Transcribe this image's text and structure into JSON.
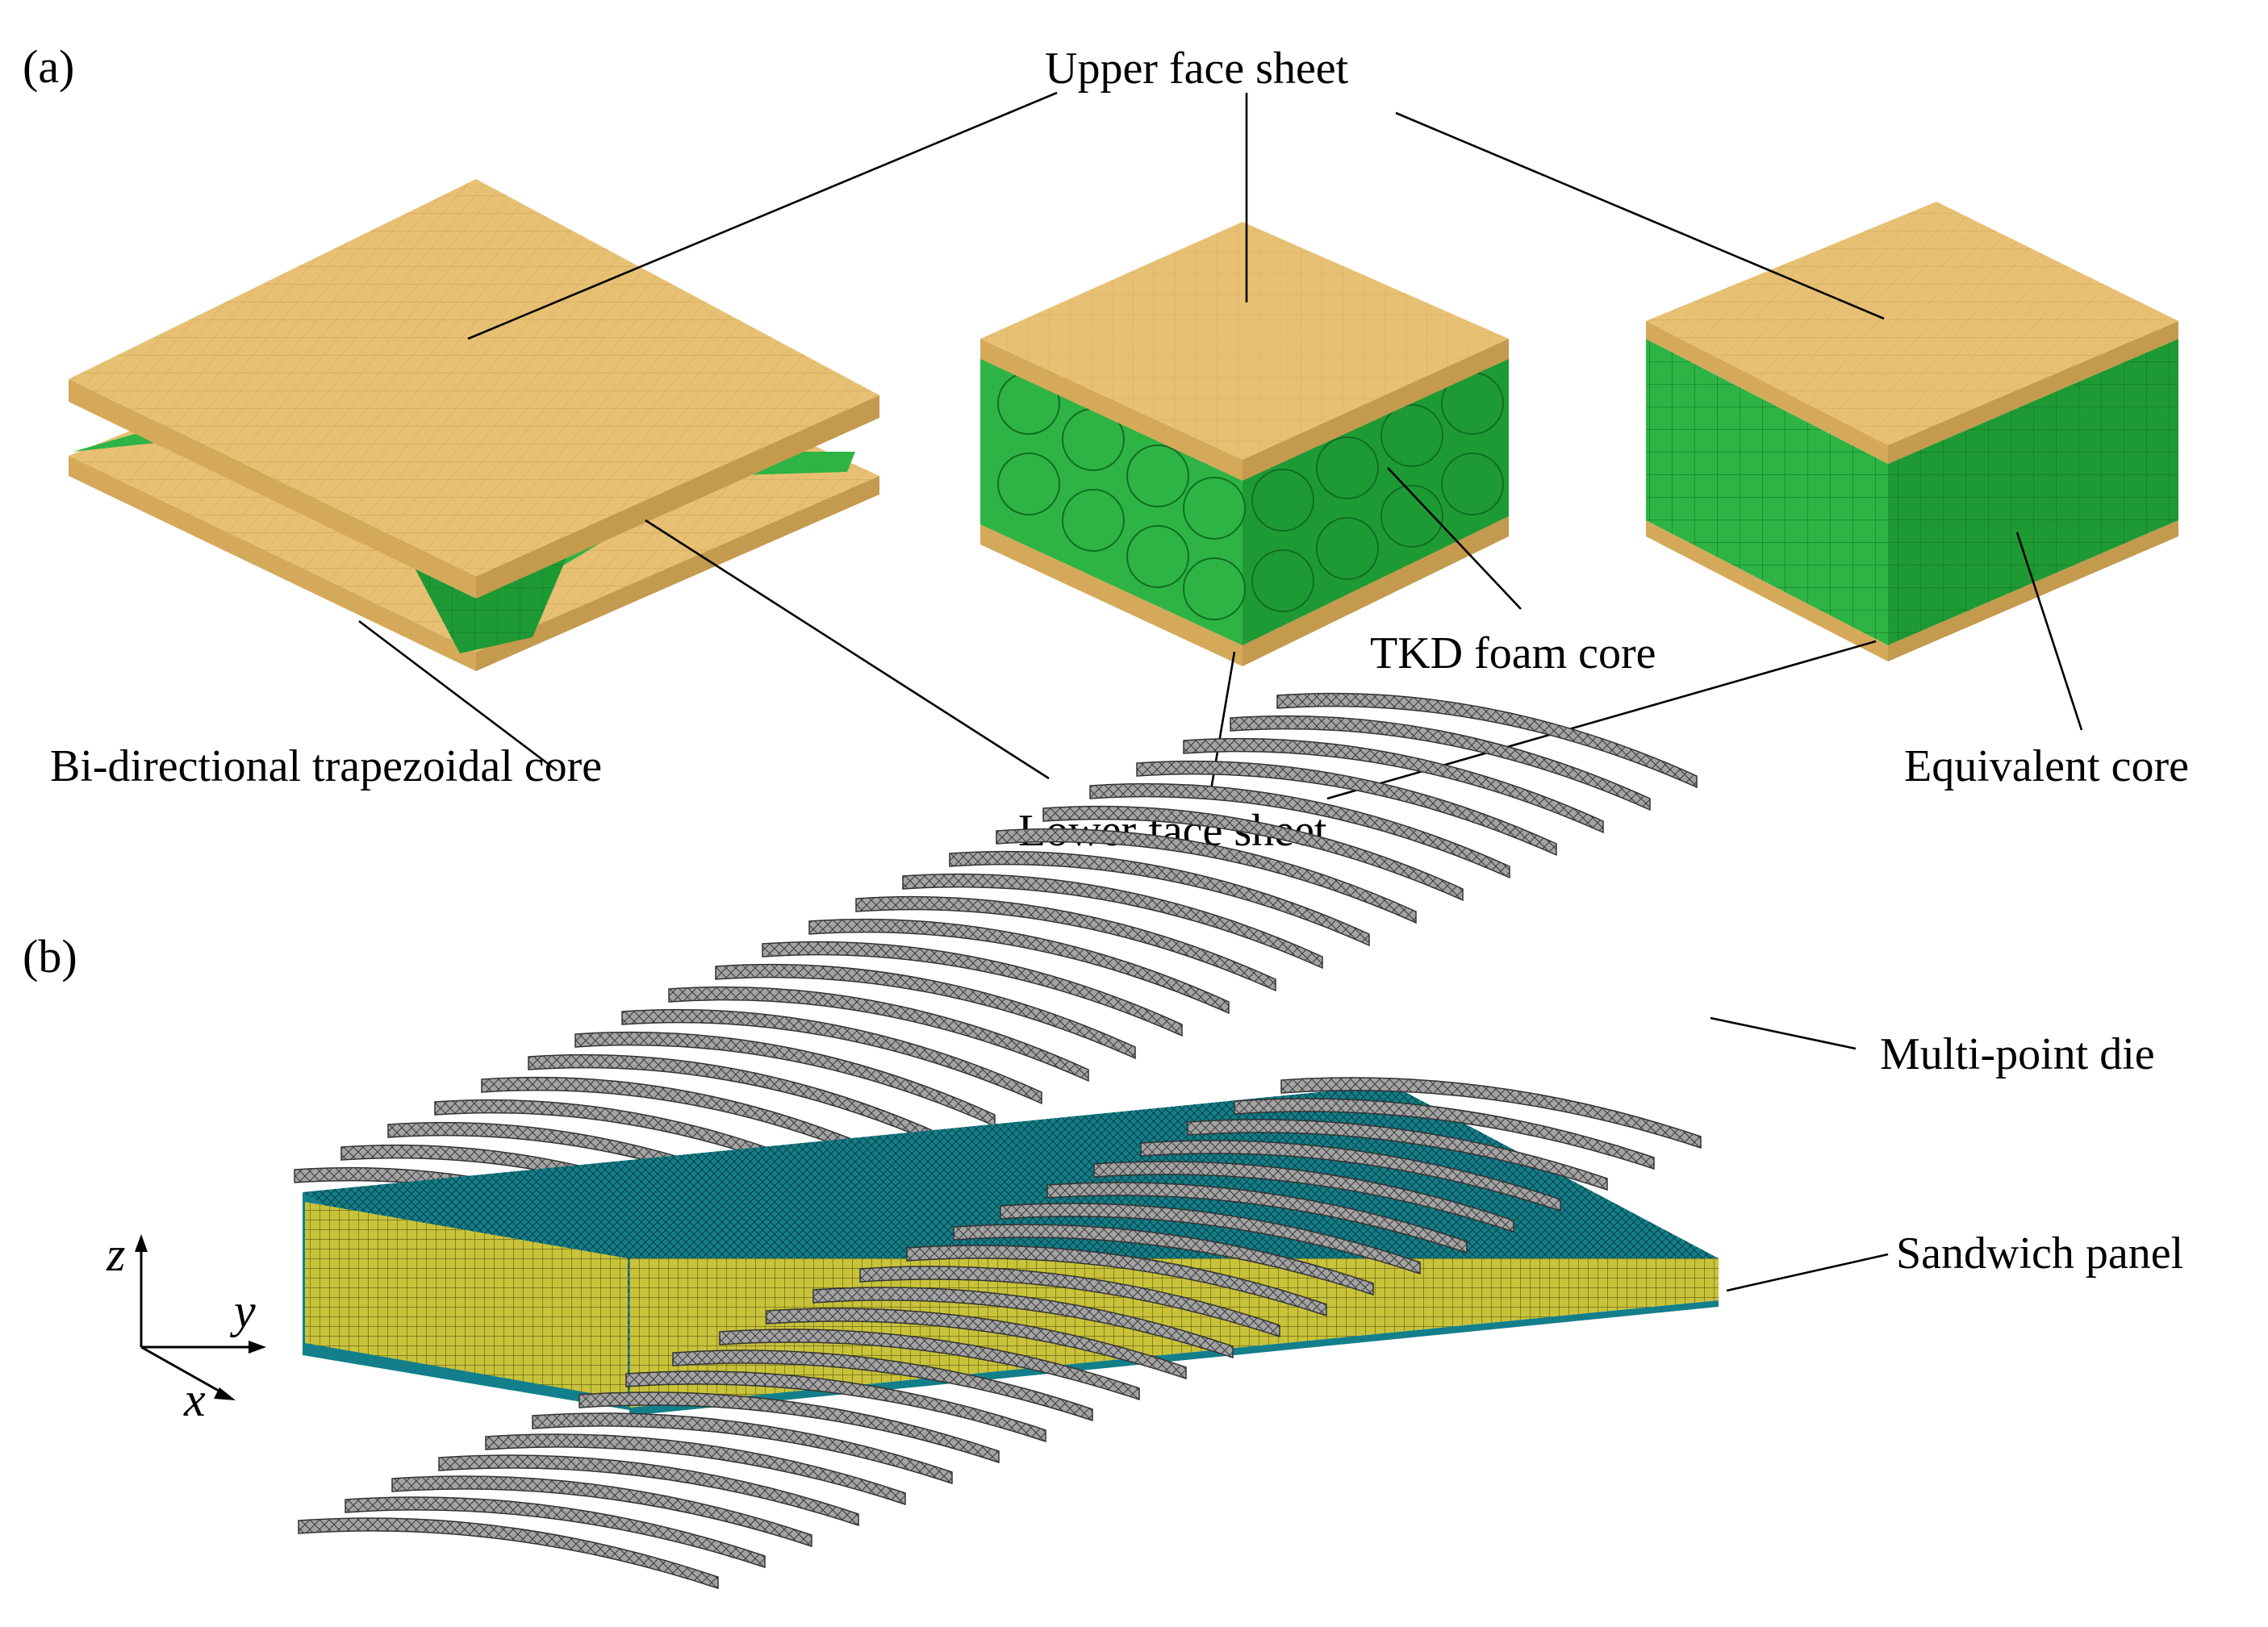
{
  "panel_a": {
    "label": "(a)",
    "upper_face_sheet": "Upper face sheet",
    "lower_face_sheet": "Lower face sheet",
    "bidirectional_core": "Bi-directional trapezoidal core",
    "tkd_core": "TKD foam core",
    "equivalent_core": "Equivalent core"
  },
  "panel_b": {
    "label": "(b)",
    "multi_point_die": "Multi-point die",
    "sandwich_panel": "Sandwich panel",
    "axes": {
      "z": "z",
      "y": "y",
      "x": "x"
    }
  },
  "colors": {
    "face_sheet": "#e8c073",
    "face_sheet_side": "#d4a95a",
    "core_green": "#2db445",
    "core_green_dark": "#1e9a35",
    "panel_top": "#127f8a",
    "panel_side": "#c8c23a",
    "die_gray": "#9a9a9a"
  }
}
